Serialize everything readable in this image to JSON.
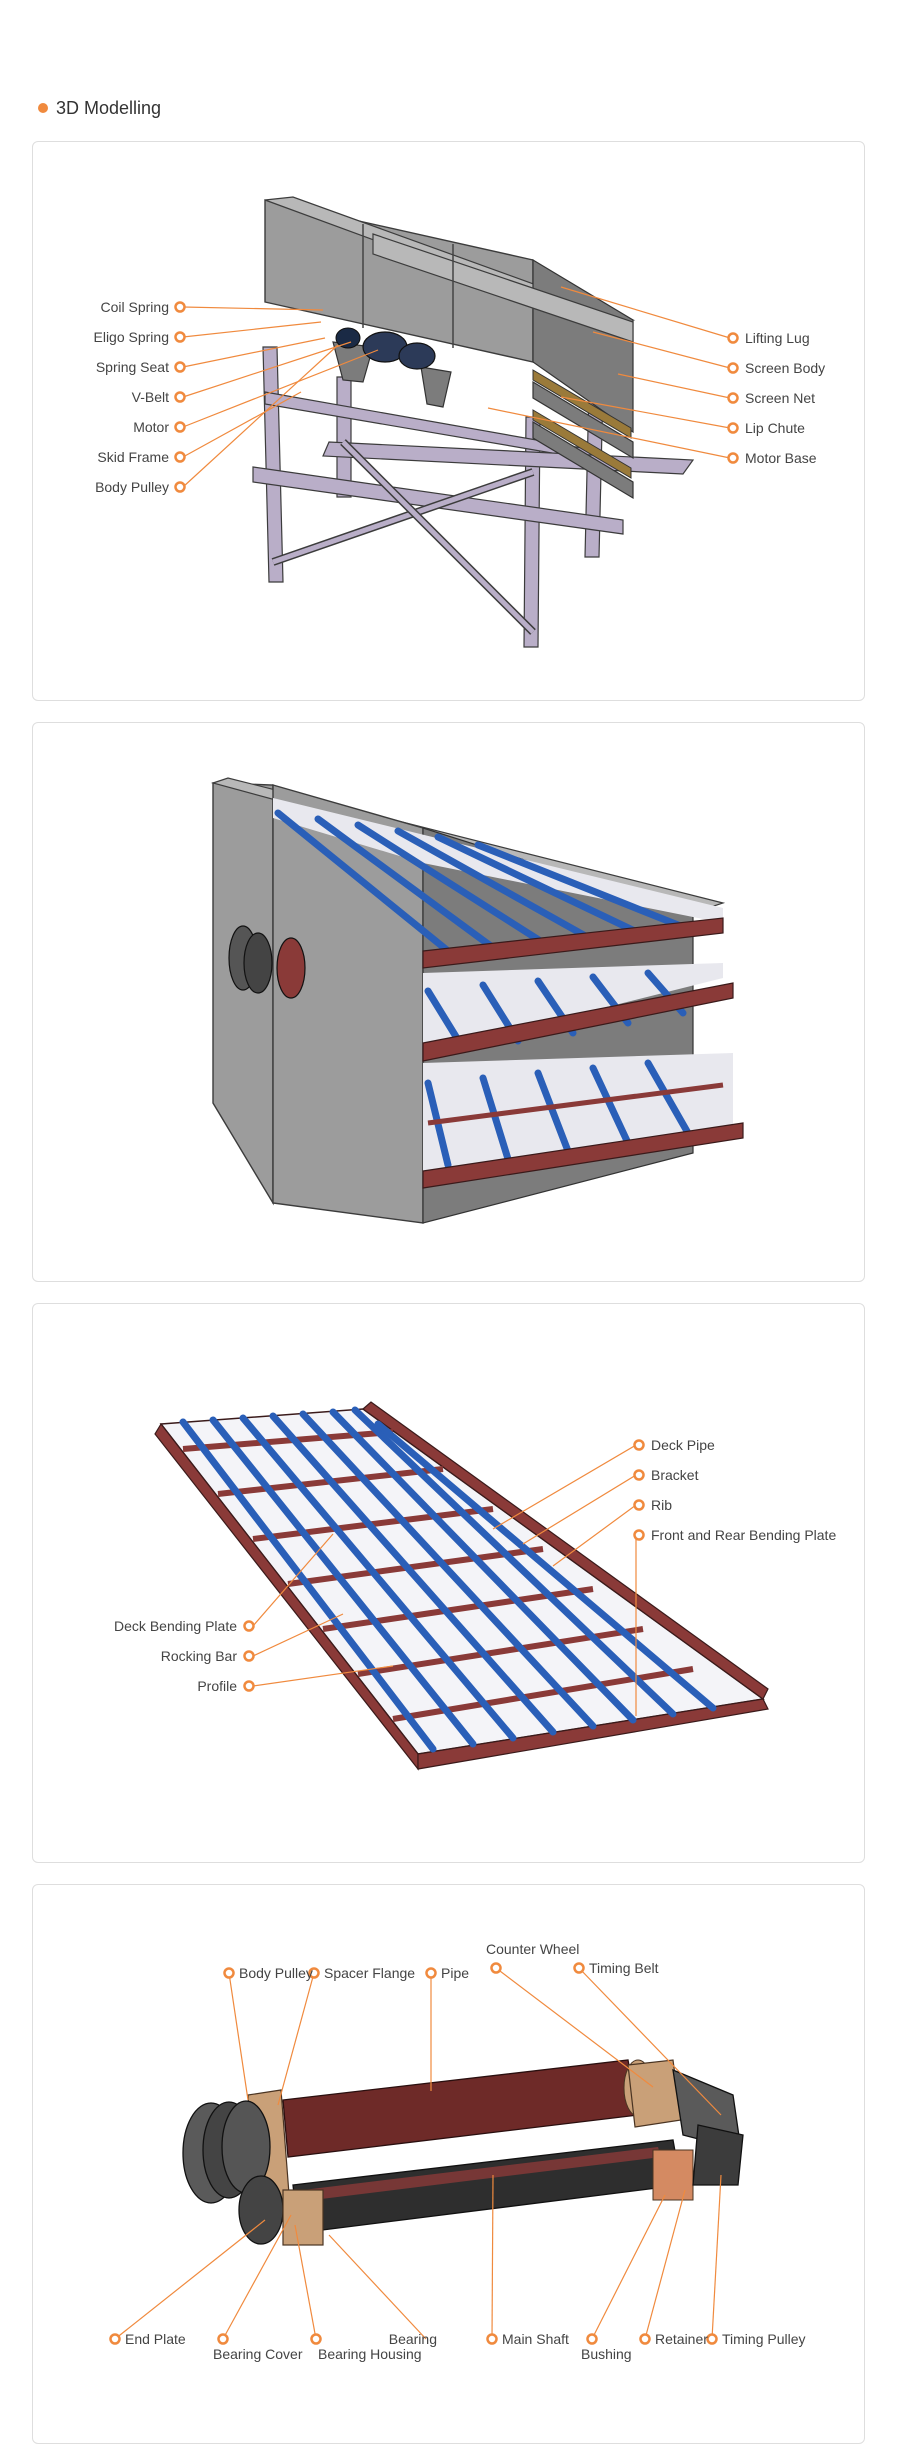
{
  "section": {
    "title": "3D Modelling"
  },
  "colors": {
    "accent": "#f08a3e",
    "border": "#dedede",
    "steel": "#9c9c9c",
    "frame": "#b9aec8",
    "rust": "#8a3a38",
    "blue": "#2a5fb8"
  },
  "panel1": {
    "labels_left": [
      "Coil Spring",
      "Eligo Spring",
      "Spring Seat",
      "V-Belt",
      "Motor",
      "Skid Frame",
      "Body Pulley"
    ],
    "labels_right": [
      "Lifting Lug",
      "Screen Body",
      "Screen Net",
      "Lip Chute",
      "Motor Base"
    ]
  },
  "panel3": {
    "labels_right": [
      "Deck Pipe",
      "Bracket",
      "Rib",
      "Front and Rear Bending Plate"
    ],
    "labels_left": [
      "Deck Bending Plate",
      "Rocking Bar",
      "Profile"
    ]
  },
  "panel4": {
    "labels_top": [
      "Body Pulley",
      "Spacer Flange",
      "Pipe",
      "Counter Wheel",
      "Timing Belt"
    ],
    "labels_bottom": [
      "End Plate",
      "Bearing Cover",
      "Bearing Housing",
      "Bearing",
      "Main Shaft",
      "Bushing",
      "Retainer",
      "Timing Pulley"
    ]
  }
}
